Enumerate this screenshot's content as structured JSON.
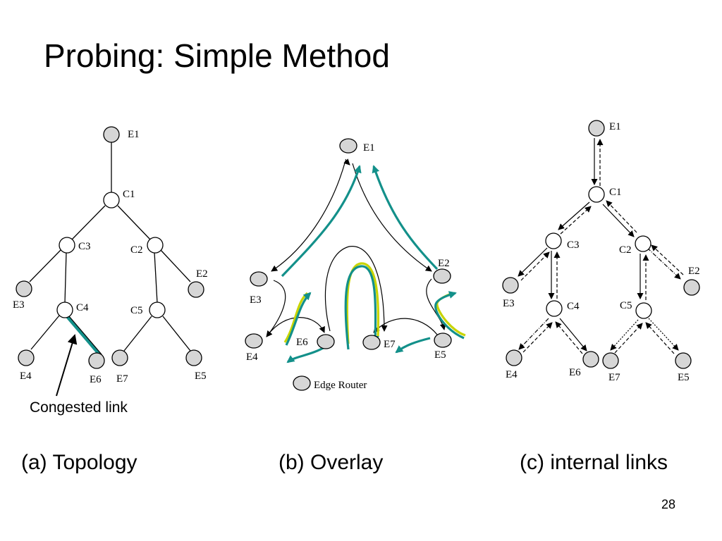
{
  "title": "Probing: Simple Method",
  "captions": {
    "a": "(a) Topology",
    "b": "(b) Overlay",
    "c": "(c) internal links"
  },
  "page_number": "28",
  "topology": {
    "nodes": {
      "E1": "E1",
      "C1": "C1",
      "C3": "C3",
      "C2": "C2",
      "E2": "E2",
      "E3": "E3",
      "C4": "C4",
      "C5": "C5",
      "E4": "E4",
      "E6": "E6",
      "E7": "E7",
      "E5": "E5"
    },
    "congested_label": "Congested link"
  },
  "overlay": {
    "nodes": {
      "E1": "E1",
      "E2": "E2",
      "E3": "E3",
      "E4": "E4",
      "E6": "E6",
      "E7": "E7",
      "E5": "E5"
    },
    "legend": "Edge Router"
  },
  "internal": {
    "nodes": {
      "E1": "E1",
      "C1": "C1",
      "C3": "C3",
      "C2": "C2",
      "E2": "E2",
      "E3": "E3",
      "C4": "C4",
      "C5": "C5",
      "E4": "E4",
      "E6": "E6",
      "E7": "E7",
      "E5": "E5"
    }
  },
  "colors": {
    "edge_router_fill": "#d6d6d6",
    "probe_path": "#13908a",
    "probe_path_alt": "#c8d400",
    "congested_link": "#13908a"
  }
}
